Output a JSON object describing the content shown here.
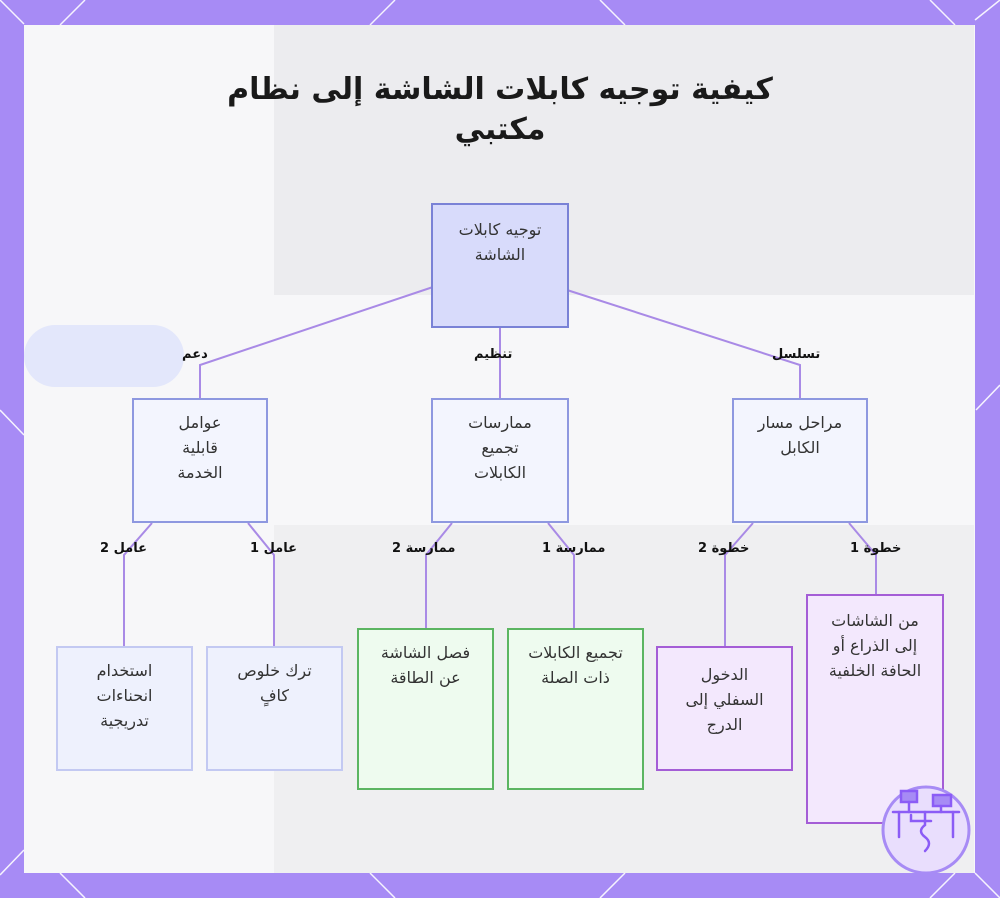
{
  "title": "كيفية توجيه كابلات الشاشة إلى نظام مكتبي",
  "nodes": {
    "root": "توجيه كابلات الشاشة",
    "service": "عوامل قابلية الخدمة",
    "bundling": "ممارسات تجميع الكابلات",
    "path": "مراحل مسار الكابل",
    "factor2_leaf": "استخدام انحناءات تدريجية",
    "factor1_leaf": "ترك خلوص كافٍ",
    "practice2_leaf": "فصل الشاشة عن الطاقة",
    "practice1_leaf": "تجميع الكابلات ذات الصلة",
    "step2_leaf": "الدخول السفلي إلى الدرج",
    "step1_leaf": "من الشاشات إلى الذراع أو الحافة الخلفية"
  },
  "edges": {
    "support": "دعم",
    "organize": "تنظيم",
    "sequence": "تسلسل",
    "factor2": "عامل 2",
    "factor1": "عامل 1",
    "practice2": "ممارسة 2",
    "practice1": "ممارسة 1",
    "step2": "خطوة 2",
    "step1": "خطوة 1"
  },
  "colors": {
    "frame": "#a78bf5",
    "link": "#a98ae6",
    "root_fill": "#d8dbfb",
    "green_border": "#5cb562",
    "purple_border": "#a45dd6"
  },
  "icons": [
    "desk-logo-icon"
  ]
}
